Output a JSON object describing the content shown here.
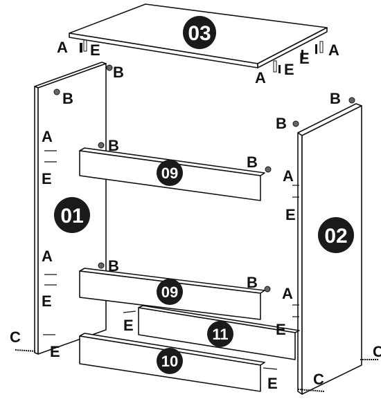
{
  "colors": {
    "ink": "#111111",
    "paper": "#ffffff",
    "badge": "#1a1a1a"
  },
  "parts": {
    "top": "03",
    "left_side": "01",
    "right_side": "02",
    "upper_rail": "09",
    "lower_rail": "09",
    "back_rail": "11",
    "front_rail": "10"
  },
  "hardware": {
    "a": "A",
    "b": "B",
    "c": "C",
    "e": "E"
  }
}
